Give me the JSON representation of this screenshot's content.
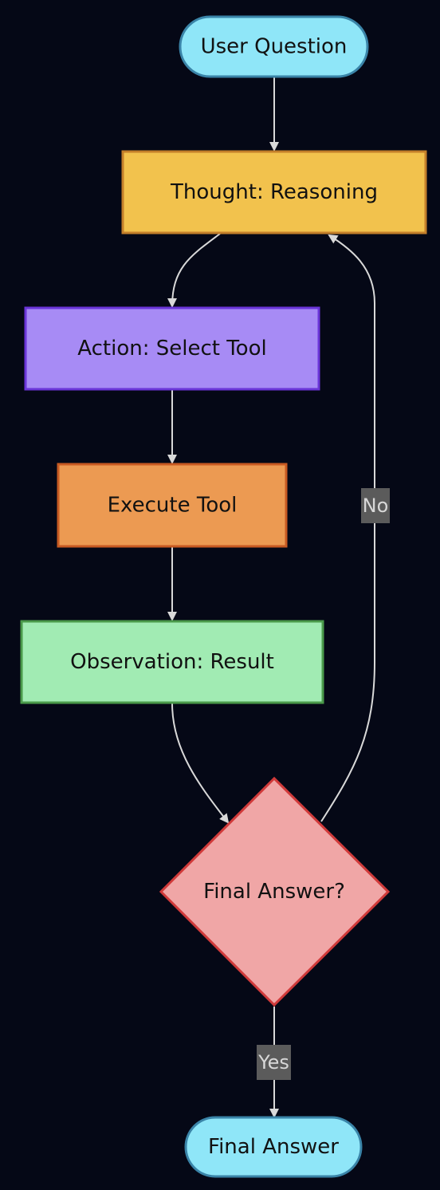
{
  "nodes": {
    "start": {
      "label": "User Question",
      "fill": "#8fe6f8",
      "stroke": "#3a84a8"
    },
    "thought": {
      "label": "Thought: Reasoning",
      "fill": "#f2c24d",
      "stroke": "#c47f2a"
    },
    "action": {
      "label": "Action: Select Tool",
      "fill": "#a78bf5",
      "stroke": "#6a35d8"
    },
    "execute": {
      "label": "Execute Tool",
      "fill": "#ec9a52",
      "stroke": "#c85a22"
    },
    "observation": {
      "label": "Observation: Result",
      "fill": "#a1ebb3",
      "stroke": "#4a9a4a"
    },
    "decision": {
      "label": "Final Answer?",
      "fill": "#f0a6a6",
      "stroke": "#d03a3a"
    },
    "end": {
      "label": "Final Answer",
      "fill": "#8fe6f8",
      "stroke": "#3a84a8"
    }
  },
  "edges": {
    "no_label": "No",
    "yes_label": "Yes",
    "color": "#d9d9d9"
  },
  "background": "#050816"
}
